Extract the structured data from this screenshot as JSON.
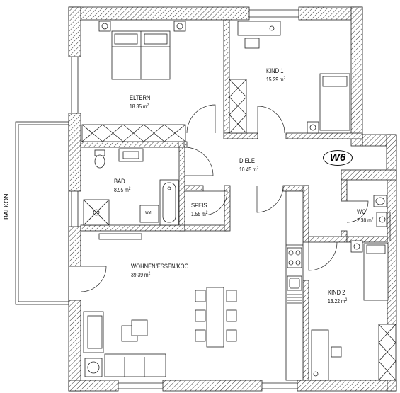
{
  "rooms": [
    {
      "id": "eltern",
      "name": "ELTERN",
      "area": "18.35 m",
      "unit_exp": "2"
    },
    {
      "id": "kind1",
      "name": "KIND 1",
      "area": "15.29 m",
      "unit_exp": "2"
    },
    {
      "id": "diele",
      "name": "DIELE",
      "area": "10.45 m",
      "unit_exp": "2"
    },
    {
      "id": "bad",
      "name": "BAD",
      "area": "8.95 m",
      "unit_exp": "2"
    },
    {
      "id": "speis",
      "name": "SPEIS",
      "area": "1.55 m",
      "unit_exp": "2"
    },
    {
      "id": "wc",
      "name": "WC",
      "area": "2.30 m",
      "unit_exp": "2"
    },
    {
      "id": "wohnen",
      "name": "WOHNEN/ESSEN/KOC",
      "area": "39.39 m",
      "unit_exp": "2"
    },
    {
      "id": "kind2",
      "name": "KIND 2",
      "area": "13.22 m",
      "unit_exp": "2"
    }
  ],
  "balcony_label": "BALKON",
  "unit_tag": "W6",
  "appliance_label": "WM",
  "icons": [
    "bed-icon",
    "desk-icon",
    "wardrobe-icon",
    "toilet-icon",
    "sink-icon",
    "bathtub-icon",
    "shower-icon",
    "washing-machine-icon",
    "stove-icon",
    "kitchen-sink-icon",
    "dining-table-icon",
    "chair-icon",
    "sofa-icon",
    "armchair-icon",
    "coffee-table-icon",
    "lamp-icon",
    "door-swing-icon"
  ]
}
